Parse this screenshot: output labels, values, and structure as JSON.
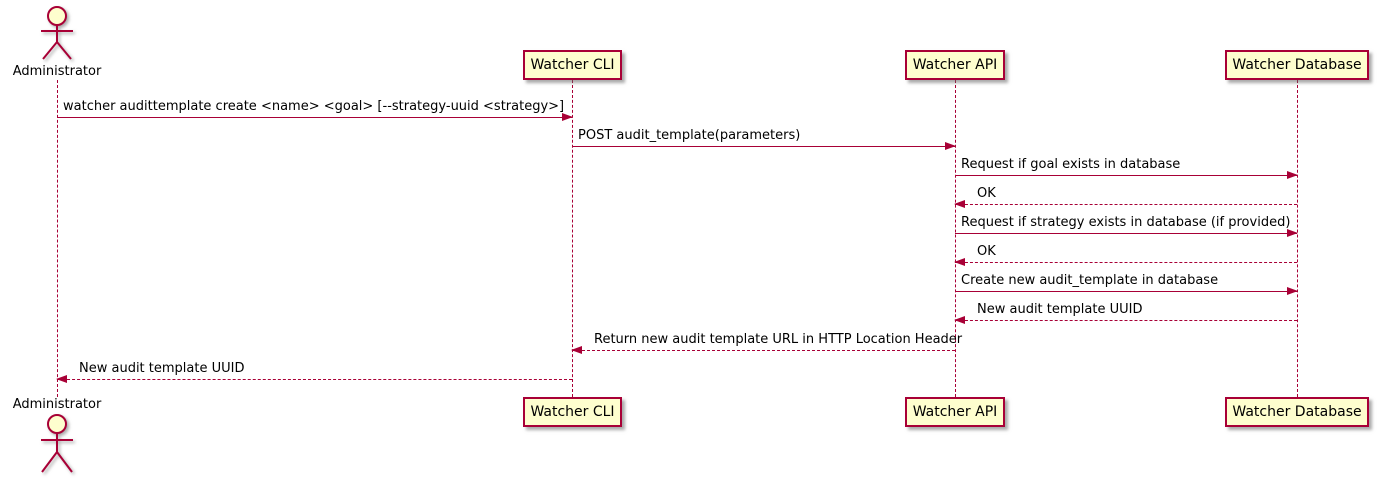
{
  "diagram": {
    "type": "sequence",
    "style": "plantuml"
  },
  "colors": {
    "line": "#A80036",
    "participant_fill": "#FEFECE",
    "text": "#000000",
    "background": "#FFFFFF"
  },
  "participants": [
    {
      "name": "Administrator",
      "kind": "actor"
    },
    {
      "name": "Watcher CLI",
      "kind": "participant"
    },
    {
      "name": "Watcher API",
      "kind": "participant"
    },
    {
      "name": "Watcher Database",
      "kind": "participant"
    }
  ],
  "messages": [
    {
      "seq": 1,
      "from": "Administrator",
      "to": "Watcher CLI",
      "line": "solid",
      "text": "watcher audittemplate create <name> <goal> [--strategy-uuid <strategy>]"
    },
    {
      "seq": 2,
      "from": "Watcher CLI",
      "to": "Watcher API",
      "line": "solid",
      "text": "POST audit_template(parameters)"
    },
    {
      "seq": 3,
      "from": "Watcher API",
      "to": "Watcher Database",
      "line": "solid",
      "text": "Request if goal exists in database"
    },
    {
      "seq": 4,
      "from": "Watcher Database",
      "to": "Watcher API",
      "line": "dashed",
      "text": "OK"
    },
    {
      "seq": 5,
      "from": "Watcher API",
      "to": "Watcher Database",
      "line": "solid",
      "text": "Request if strategy exists in database (if provided)"
    },
    {
      "seq": 6,
      "from": "Watcher Database",
      "to": "Watcher API",
      "line": "dashed",
      "text": "OK"
    },
    {
      "seq": 7,
      "from": "Watcher API",
      "to": "Watcher Database",
      "line": "solid",
      "text": "Create new audit_template in database"
    },
    {
      "seq": 8,
      "from": "Watcher Database",
      "to": "Watcher API",
      "line": "dashed",
      "text": "New audit template UUID"
    },
    {
      "seq": 9,
      "from": "Watcher API",
      "to": "Watcher CLI",
      "line": "dashed",
      "text": "Return new audit template URL in HTTP Location Header"
    },
    {
      "seq": 10,
      "from": "Watcher CLI",
      "to": "Administrator",
      "line": "dashed",
      "text": "New audit template UUID"
    }
  ]
}
